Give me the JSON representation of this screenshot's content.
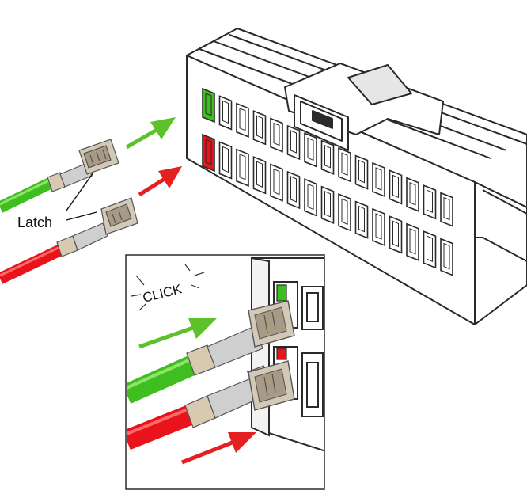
{
  "labels": {
    "latch": "Latch",
    "click": "CLICK"
  },
  "colors": {
    "green_wire": "#3fbf1f",
    "red_wire": "#e8131b",
    "green_arrow": "#5cc12b",
    "red_arrow": "#e42020",
    "outline": "#2a2a2a",
    "metal": "#c8c8c8"
  },
  "connector": {
    "top_row_cells": 15,
    "bottom_row_cells": 15,
    "highlighted_top_cell": "green",
    "highlighted_bottom_cell": "red"
  },
  "inset": {
    "caption": "CLICK"
  }
}
